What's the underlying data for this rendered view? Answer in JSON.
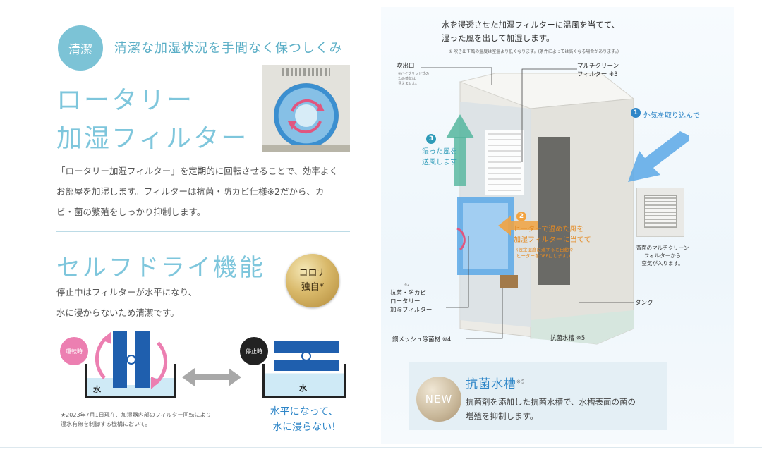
{
  "left": {
    "badge": "清潔",
    "heading": "清潔な加湿状況を手間なく保つしくみ",
    "rotary_title": [
      "ロータリー",
      "加湿フィルター"
    ],
    "rotary_body": [
      "「ロータリー加湿フィルター」を定期的に回転させることで、効率よく",
      "お部屋を加湿します。フィルターは抗菌・防カビ仕様※2だから、カ",
      "ビ・菌の繁殖をしっかり抑制します。"
    ],
    "selfdry_title": "セルフドライ機能",
    "corona_badge": [
      "コロナ",
      "独自*"
    ],
    "selfdry_body": [
      "停止中はフィルターが水平になり、",
      "水に浸からないため清潔です。"
    ],
    "state_running": "運転時",
    "state_stopped": "停止時",
    "water_label": "水",
    "footnote": [
      "★2023年7月1日現在、加湿器内部のフィルター回転により",
      "湿水有無を制御する機構において。"
    ],
    "catch": [
      "水平になって、",
      "水に浸らない!"
    ]
  },
  "right": {
    "caption": [
      "水を浸透させた加湿フィルターに温風を当てて、",
      "湿った風を出して加湿します。"
    ],
    "caption_note": "① 吹き出す風の温度は室温より低くなります。(条件によっては高くなる場合があります。)",
    "outlet_label": "吹出口",
    "outlet_note": [
      "※ハイブリッド式の",
      "ため蒸気は",
      "見えません。"
    ],
    "multi_filter_label": [
      "マルチクリーン",
      "フィルター ※3"
    ],
    "step1_num": "1",
    "step1": "外気を取り込んで",
    "step3_num": "3",
    "step3": [
      "湿った風を",
      "送風します"
    ],
    "step2_num": "2",
    "step2": [
      "ヒーターで温めた風を",
      "加湿フィルターに当てて"
    ],
    "step2_note": [
      "(設定湿度に達すると自動で",
      "ヒーターをOFFにします。)"
    ],
    "back_filter_label": [
      "背面のマルチクリーン",
      "フィルターから",
      "空気が入ります。"
    ],
    "rotary_label_note": "※2",
    "rotary_label": [
      "抗菌・防カビ",
      "ロータリー",
      "加湿フィルター"
    ],
    "tank_label": "タンク",
    "copper_label": "銅メッシュ除菌材 ※4",
    "tank_base_label": "抗菌水槽 ※5",
    "new_badge": "NEW",
    "new_title": "抗菌水槽",
    "new_title_note": "※5",
    "new_body": [
      "抗菌剤を添加した抗菌水槽で、水槽表面の菌の",
      "増殖を抑制します。"
    ]
  }
}
